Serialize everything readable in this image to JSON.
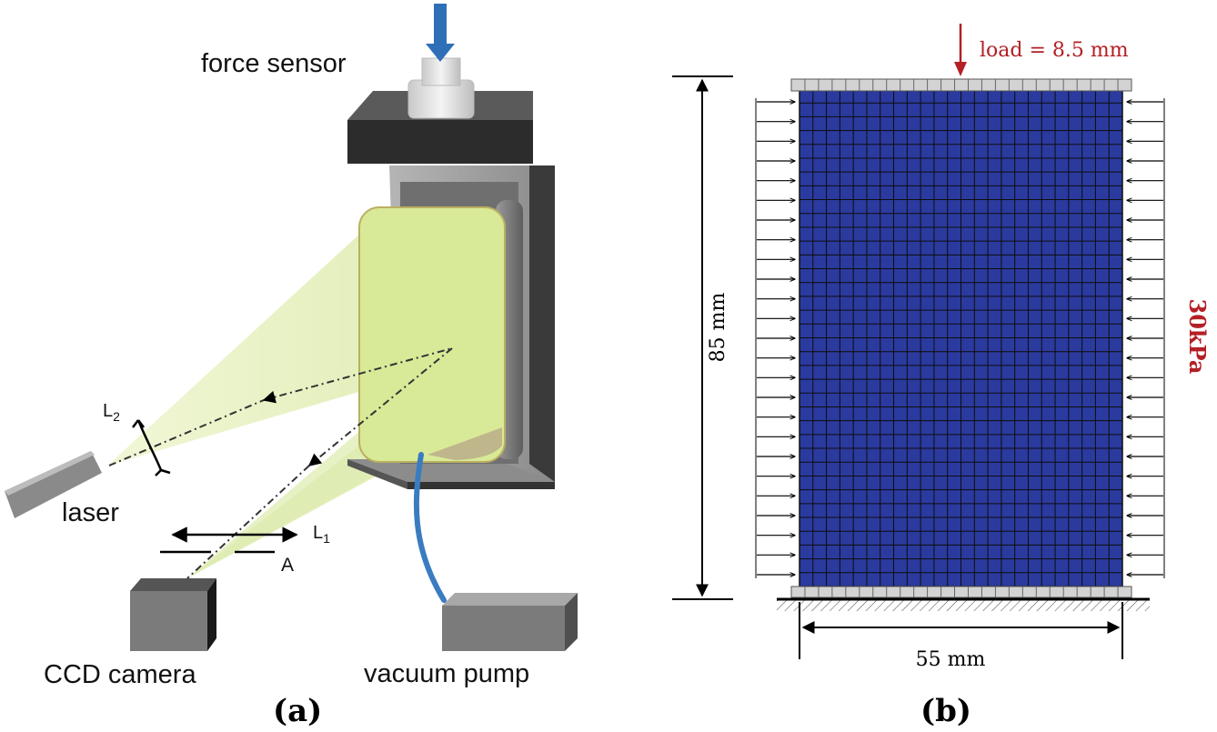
{
  "panel_a": {
    "caption": "(a)",
    "labels": {
      "force_sensor": "force sensor",
      "laser": "laser",
      "ccd_camera": "CCD camera",
      "vacuum_pump": "vacuum pump",
      "l1_main": "L",
      "l1_sub": "1",
      "l2_main": "L",
      "l2_sub": "2",
      "aperture": "A"
    }
  },
  "panel_b": {
    "caption": "(b)",
    "load_label": "load = 8.5 mm",
    "pressure_label": "30kPa",
    "height_label": "85 mm",
    "width_label": "55 mm"
  },
  "colors": {
    "mesh_fill": "#2b3a9e",
    "mesh_line": "#101010",
    "annotation_red": "#b32025",
    "sample_green": "#d9eb9a",
    "laser_light": "#e8f2c4",
    "hose_blue": "#3a7cc0",
    "force_arrow_blue": "#2f6fb7",
    "plate_gray": "#d3d3d3"
  }
}
